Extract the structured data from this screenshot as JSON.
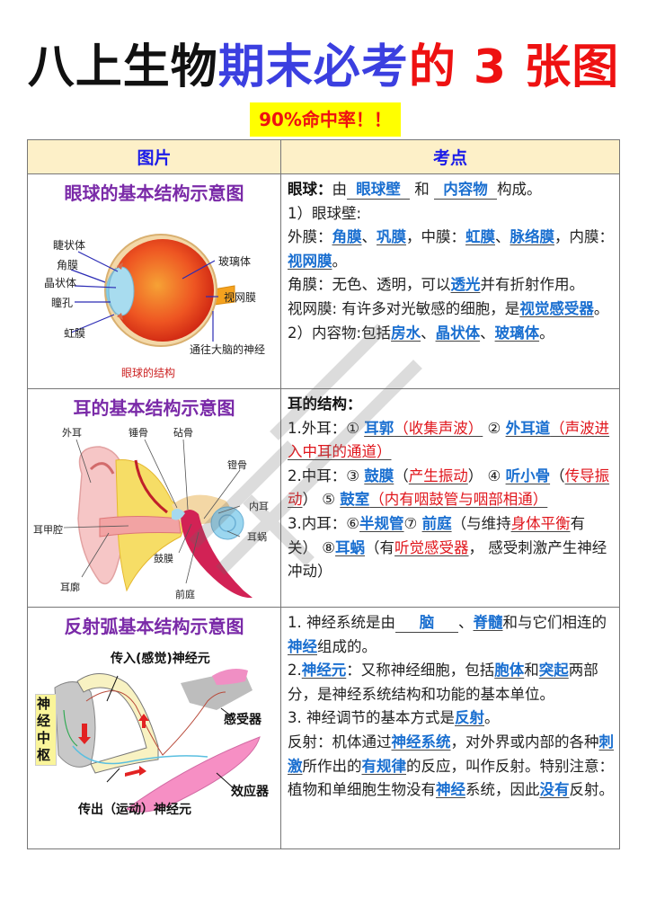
{
  "header": {
    "title_part1": "八上生物",
    "title_part2": "期末必考",
    "title_part3": "的 3 张图",
    "subtitle": "90%命中率！！",
    "colors": {
      "black": "#111111",
      "blue": "#3b3fe0",
      "red": "#ee1111",
      "subtitle_bg": "#ffff00"
    }
  },
  "table": {
    "headers": [
      "图片",
      "考点"
    ],
    "header_bg": "#fdf0c8",
    "rows": [
      {
        "figure": {
          "title": "眼球的基本结构示意图",
          "labels": [
            "睫状体",
            "角膜",
            "晶状体",
            "瞳孔",
            "虹膜",
            "玻璃体",
            "视网膜",
            "通往大脑的神经"
          ],
          "caption": "眼球的结构"
        },
        "text": {
          "l1_lead": "眼球：",
          "l1_a": "由",
          "l1_k1": "眼球壁",
          "l1_b": "和",
          "l1_k2": "内容物",
          "l1_c": "构成。",
          "l2": "1）眼球壁:",
          "l3_a": "外膜：",
          "l3_k1": "角膜",
          "l3_s1": "、",
          "l3_k2": "巩膜",
          "l3_b": "，中膜：",
          "l3_k3": "虹膜",
          "l3_s2": "、",
          "l3_k4": "脉络膜",
          "l3_c": "，内膜：",
          "l3_k5": "视网膜",
          "l3_d": "。",
          "l4_a": "角膜：无色、透明，可以",
          "l4_k": "透光",
          "l4_b": "并有折射作用。",
          "l5_a": "视网膜: 有许多对光敏感的细胞，是",
          "l5_k": "视觉感受器",
          "l5_b": "。",
          "l6_a": "2）内容物:包括",
          "l6_k1": "房水",
          "l6_s1": "、",
          "l6_k2": "晶状体",
          "l6_s2": "、",
          "l6_k3": "玻璃体",
          "l6_b": "。"
        }
      },
      {
        "figure": {
          "title": "耳的基本结构示意图",
          "labels": [
            "外耳",
            "锤骨",
            "砧骨",
            "镫骨",
            "内耳",
            "耳甲腔",
            "耳蜗",
            "鼓膜",
            "耳廓",
            "前庭"
          ]
        },
        "text": {
          "lead": "耳的结构：",
          "o1": "1.外耳：① ",
          "o1_k": "耳郭",
          "o1_r": "（收集声波）",
          "o2": " ② ",
          "o2_k": "外耳道",
          "o2_r": "（声波进入中耳的通道）",
          "m1": "2.中耳：③ ",
          "m1_k": "鼓膜",
          "m1_p1": "（",
          "m1_r": "产生振动",
          "m1_p2": "） ④ ",
          "m2_k": "听小骨",
          "m2_p1": "（",
          "m2_r": "传导振动",
          "m2_p2": "） ⑤ ",
          "m3_k": "鼓室",
          "m3_r": "（内有咽鼓管与咽部相通）",
          "i1": "3.内耳：⑥",
          "i1_k": "半规管",
          "i2": "⑦ ",
          "i2_k": "前庭",
          "i2_a": "（与维持",
          "i2_r": "身体平衡",
          "i2_b": "有关） ⑧",
          "i3_k": "耳蜗",
          "i3_a": "（有",
          "i3_r": "听觉感受器",
          "i3_b": "， 感受刺激产生神经冲动）"
        }
      },
      {
        "figure": {
          "title": "反射弧基本结构示意图",
          "labels": [
            "传入(感觉)神经元",
            "神经中枢",
            "感受器",
            "效应器",
            "传出（运动）神经元"
          ]
        },
        "text": {
          "p1_a": "1. 神经系统是由",
          "p1_k1": "脑",
          "p1_s": "、",
          "p1_k2": "脊髓",
          "p1_b": "和与它们相连的",
          "p1_k3": "神经",
          "p1_c": "组成的。",
          "p2_a": "2.",
          "p2_k1": "神经元",
          "p2_b": "：又称神经细胞，包括",
          "p2_k2": "胞体",
          "p2_c": "和",
          "p2_k3": "突起",
          "p2_d": "两部分，是神经系统结构和功能的基本单位。",
          "p3_a": "3. 神经调节的基本方式是",
          "p3_k": "反射",
          "p3_b": "。",
          "p4_a": "反射：机体通过",
          "p4_k1": "神经系统",
          "p4_b": "，对外界或内部的各种",
          "p4_k2": "刺激",
          "p4_c": "所作出的",
          "p4_k3": "有规律",
          "p4_d": "的反应，叫作反射。特别注意：植物和单细胞生物没有",
          "p4_k4": "神经",
          "p4_e": "系统，因此",
          "p4_k5": "没有",
          "p4_f": "反射。"
        }
      }
    ]
  },
  "colors": {
    "keyword_blue": "#1a6fd0",
    "note_red": "#e0161c",
    "figure_title_purple": "#7a2aa8",
    "header_text_blue": "#1c1ce8"
  }
}
